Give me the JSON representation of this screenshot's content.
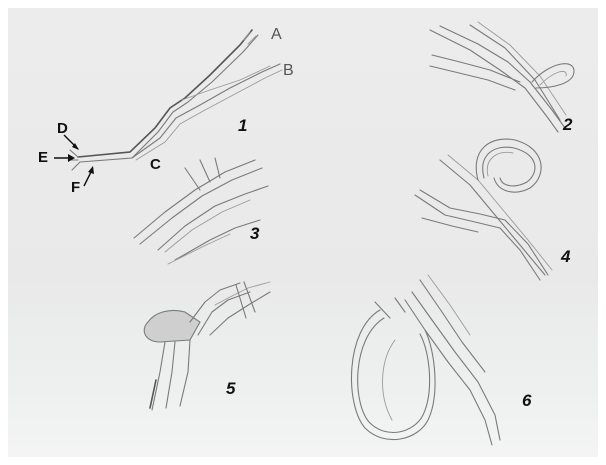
{
  "labels": {
    "A": "A",
    "B": "B",
    "C": "C",
    "D": "D",
    "E": "E",
    "F": "F"
  },
  "figures": {
    "f1": "1",
    "f2": "2",
    "f3": "3",
    "f4": "4",
    "f5": "5",
    "f6": "6"
  },
  "colors": {
    "paper": "#ececec",
    "pencil": "#7a7a7a",
    "ink": "#111111"
  }
}
